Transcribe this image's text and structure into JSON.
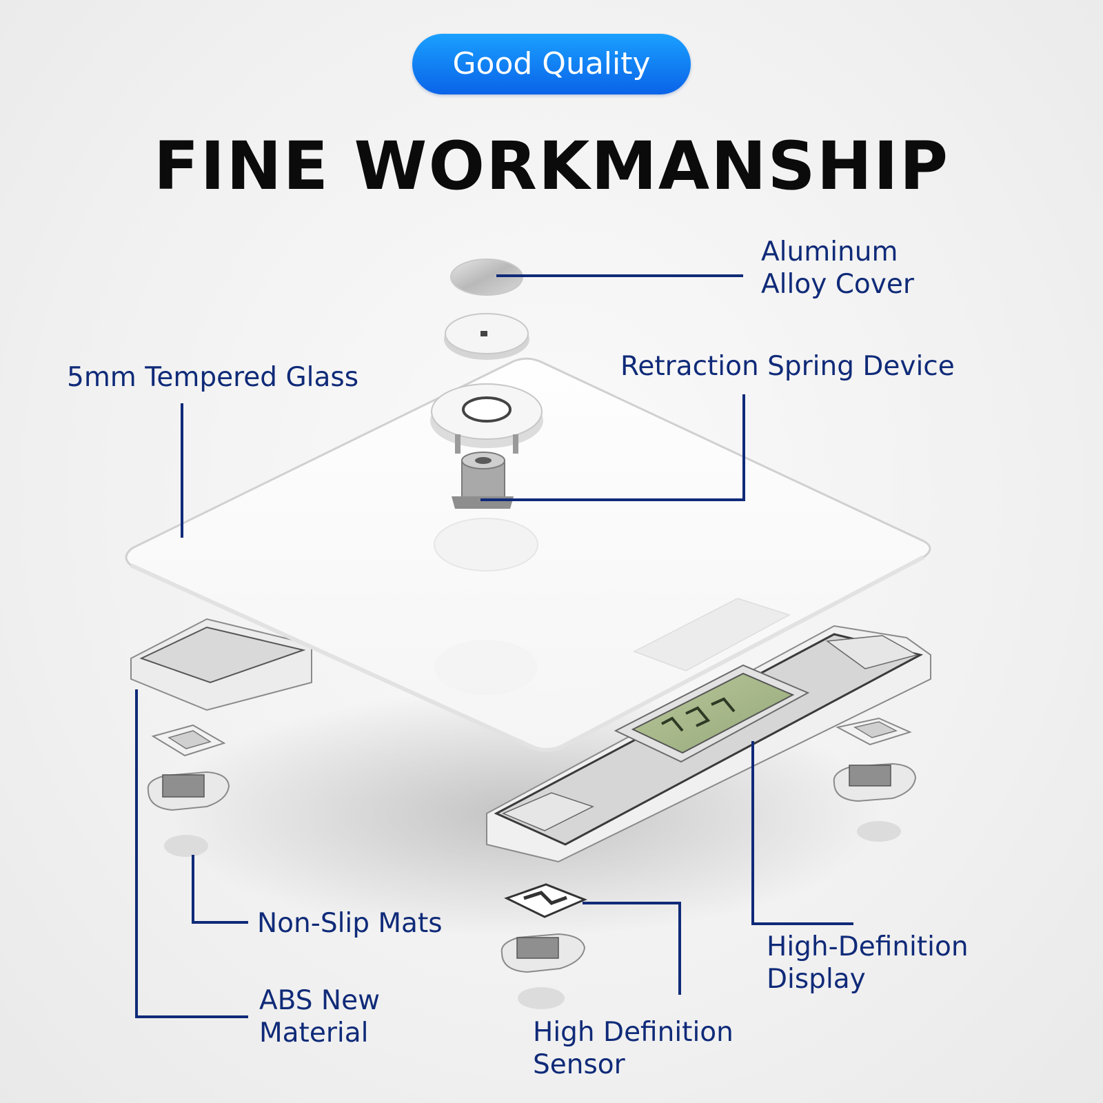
{
  "badge": {
    "text": "Good Quality",
    "gradient_top": "#1aa0ff",
    "gradient_bottom": "#0a63e8"
  },
  "headline": "FINE WORKMANSHIP",
  "callout_color": "#0f2a78",
  "callouts": {
    "aluminum_cover": {
      "line1": "Aluminum",
      "line2": "Alloy Cover"
    },
    "tempered_glass": {
      "line1": "5mm Tempered Glass"
    },
    "spring_device": {
      "line1": "Retraction Spring Device"
    },
    "non_slip_mats": {
      "line1": "Non-Slip Mats"
    },
    "abs_material": {
      "line1": "ABS New",
      "line2": "Material"
    },
    "sensor": {
      "line1": "High Definition",
      "line2": "Sensor"
    },
    "display": {
      "line1": "High-Definition",
      "line2": "Display"
    }
  }
}
